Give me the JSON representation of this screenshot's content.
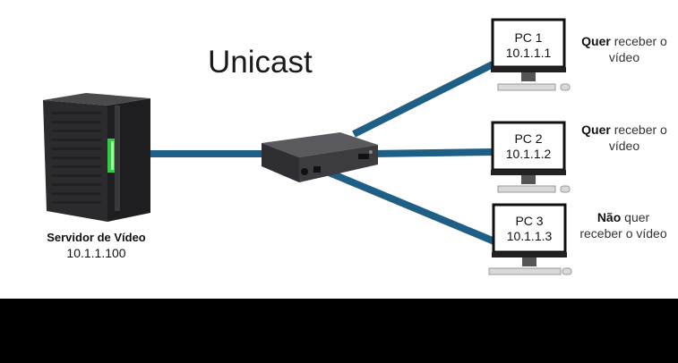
{
  "title": "Unicast",
  "colors": {
    "link": "#1f5f86",
    "screen_border": "#111111",
    "background": "#ffffff",
    "band": "#000000"
  },
  "server": {
    "name": "Servidor de Vídeo",
    "ip": "10.1.1.100",
    "icon": "server-tower-icon"
  },
  "switch": {
    "icon": "network-switch-icon"
  },
  "pcs": [
    {
      "name": "PC 1",
      "ip": "10.1.1.1",
      "note_bold": "Quer",
      "note_rest_line1": " receber o",
      "note_line2": "vídeo"
    },
    {
      "name": "PC 2",
      "ip": "10.1.1.2",
      "note_bold": "Quer",
      "note_rest_line1": " receber o",
      "note_line2": "vídeo"
    },
    {
      "name": "PC 3",
      "ip": "10.1.1.3",
      "note_bold": "Não",
      "note_rest_line1": " quer",
      "note_line2": "receber o vídeo"
    }
  ]
}
